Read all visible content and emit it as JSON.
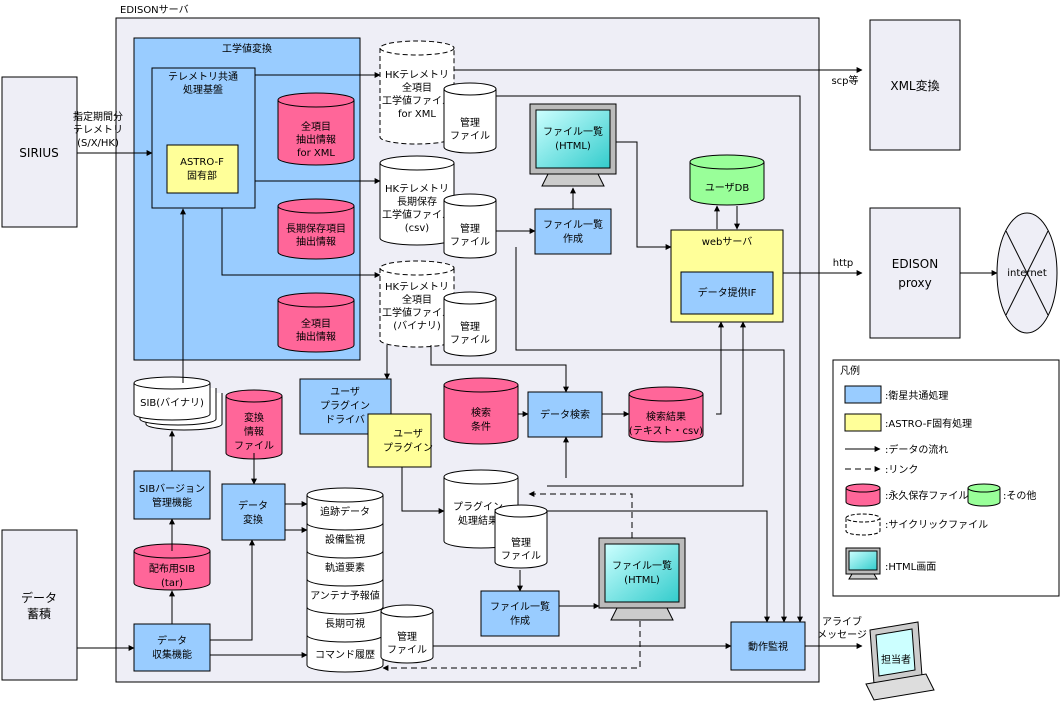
{
  "server_title": "EDISONサーバ",
  "kougaku": "工学値変換",
  "tlm_common": [
    "テレメトリ共通",
    "処理基盤"
  ],
  "astro_f": [
    "ASTRO-F",
    "固有部"
  ],
  "sirius": "SIRIUS",
  "data_store": [
    "データ",
    "蓄積"
  ],
  "input_label": [
    "指定期間分",
    "テレメトリ",
    "(S/X/HK)"
  ],
  "xml_henkan": "XML変換",
  "scp": "scp等",
  "edison_proxy": [
    "EDISON",
    "proxy"
  ],
  "http": "http",
  "internet": "internet",
  "pink1": [
    "全項目",
    "抽出情報",
    "for XML"
  ],
  "pink2": [
    "長期保存項目",
    "抽出情報"
  ],
  "pink3": [
    "全項目",
    "抽出情報"
  ],
  "hk1": [
    "HKテレメトリ",
    "全項目",
    "工学値ファイル",
    "for XML"
  ],
  "hk2": [
    "HKテレメトリ",
    "長期保存",
    "工学値ファイル",
    "(csv)"
  ],
  "hk3": [
    "HKテレメトリ",
    "全項目",
    "工学値ファイル",
    "(バイナリ)"
  ],
  "kanri": [
    "管理",
    "ファイル"
  ],
  "file_list_html": [
    "ファイル一覧",
    "(HTML)"
  ],
  "file_list_make": [
    "ファイル一覧",
    "作成"
  ],
  "user_db": "ユーザDB",
  "web_server": "webサーバ",
  "data_if": "データ提供IF",
  "sib_binary": "SIB(バイナリ)",
  "conv_info": [
    "変換",
    "情報",
    "ファイル"
  ],
  "user_plugin_driver": [
    "ユーザ",
    "プラグイン",
    "ドライバ"
  ],
  "user_plugin": [
    "ユーザ",
    "プラグイン"
  ],
  "search_cond": [
    "検索",
    "条件"
  ],
  "data_search": "データ検索",
  "search_result": [
    "検索結果",
    "(テキスト・csv)"
  ],
  "sib_version": [
    "SIBバージョン",
    "管理機能"
  ],
  "data_conv": [
    "データ",
    "変換"
  ],
  "plugin_result": [
    "プラグイン",
    "処理結果"
  ],
  "dist_sib": [
    "配布用SIB",
    "(tar)"
  ],
  "data_collect": [
    "データ",
    "収集機能"
  ],
  "stack_items": [
    "追跡データ",
    "設備監視",
    "軌道要素",
    "アンテナ予報値",
    "長期可視",
    "コマンド履歴"
  ],
  "op_monitor": "動作監視",
  "alive_msg": [
    "アライブ",
    "メッセージ"
  ],
  "tantousha": "担当者",
  "legend": {
    "title": "凡例",
    "items": [
      ":衛星共通処理",
      ":ASTRO-F固有処理",
      ":データの流れ",
      ":リンク",
      ":永久保存ファイル",
      ":その他",
      ":サイクリックファイル",
      ":HTML画面"
    ]
  },
  "colors": {
    "blue": "#99ccff",
    "yellow": "#ffff99",
    "pink": "#ff6699",
    "green": "#99ff99",
    "screen": "#33cccc"
  }
}
